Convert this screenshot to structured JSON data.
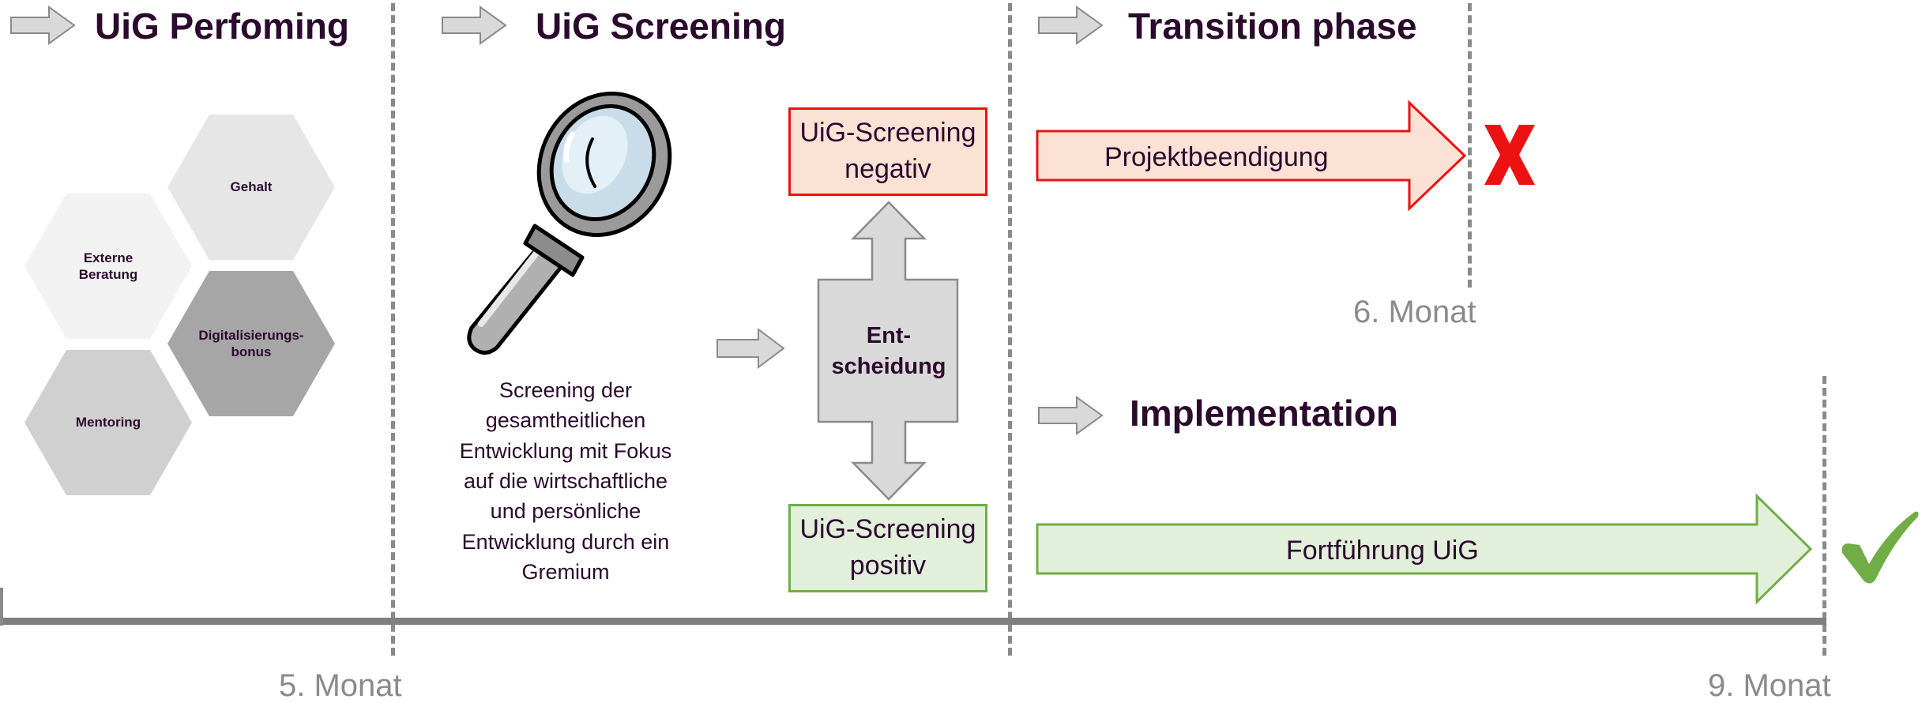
{
  "sections": {
    "performing": "UiG Perfoming",
    "screening": "UiG Screening",
    "transition": "Transition phase",
    "implementation": "Implementation"
  },
  "hexagons": {
    "gehalt": "Gehalt",
    "externe_beratung": "Externe\nBeratung",
    "digitalisierungsbonus": "Digitalisierungs-\nbonus",
    "mentoring": "Mentoring"
  },
  "screening_description": "Screening der\ngesamtheitlichen\nEntwicklung mit Fokus\nauf die wirtschaftliche\nund persönliche\nEntwicklung durch ein\nGremium",
  "decision": {
    "label": "Ent-\nscheidung",
    "negative": "UiG-Screening\nnegativ",
    "positive": "UiG-Screening\npositiv"
  },
  "outcomes": {
    "termination": "Projektbeendigung",
    "continuation": "Fortführung UiG"
  },
  "milestones": {
    "month5": "5. Monat",
    "month6": "6. Monat",
    "month9": "9. Monat"
  },
  "colors": {
    "title": "#2b0a2e",
    "negative_fill": "#fbe2d5",
    "negative_border": "#ee1111",
    "positive_fill": "#e2efda",
    "positive_border": "#70ad47",
    "cross": "#ee1111",
    "check": "#70ad47",
    "grey_arrow": "#d9d9d9",
    "timeline": "#7f7f7f"
  },
  "icons": [
    "magnifier-icon",
    "cross-icon",
    "check-icon"
  ]
}
